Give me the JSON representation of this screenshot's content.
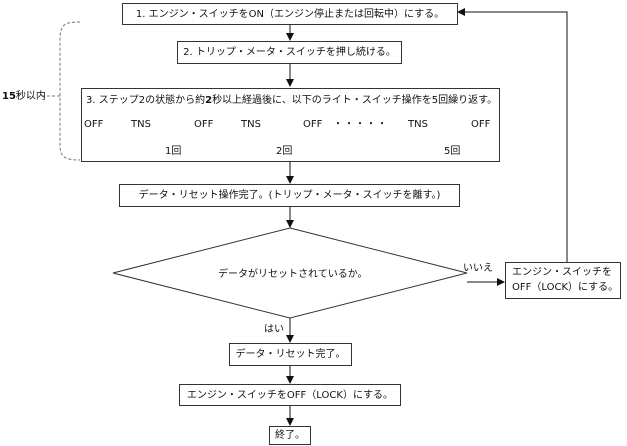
{
  "steps": {
    "step1": "1. エンジン・スイッチをON（エンジン停止または回転中）にする。",
    "step2": "2. トリップ・メータ・スイッチを押し続ける。",
    "step3_title": "3. ステップ2の状態から約2秒以上経過後に、以下のライト・スイッチ操作を5回繰り返す。",
    "step4": "データ・リセット操作完了。(トリップ・メータ・スイッチを離す。)",
    "decision": "データがリセットされているか。",
    "yes_result": "データ・リセット完了。",
    "step_off": "エンジン・スイッチをOFF（LOCK）にする。",
    "end": "終了。",
    "retry_line1": "エンジン・スイッチを",
    "retry_line2": "OFF（LOCK）にする。"
  },
  "sequence": {
    "start": "OFF",
    "tns1": "TNS",
    "off1": "OFF",
    "tns2": "TNS",
    "off2": "OFF",
    "dots": "・・・・・",
    "tns5": "TNS",
    "off5": "OFF",
    "count1": "1回",
    "count2": "2回",
    "count5": "5回"
  },
  "labels": {
    "time_limit": "15秒以内",
    "yes": "はい",
    "no": "いいえ"
  }
}
